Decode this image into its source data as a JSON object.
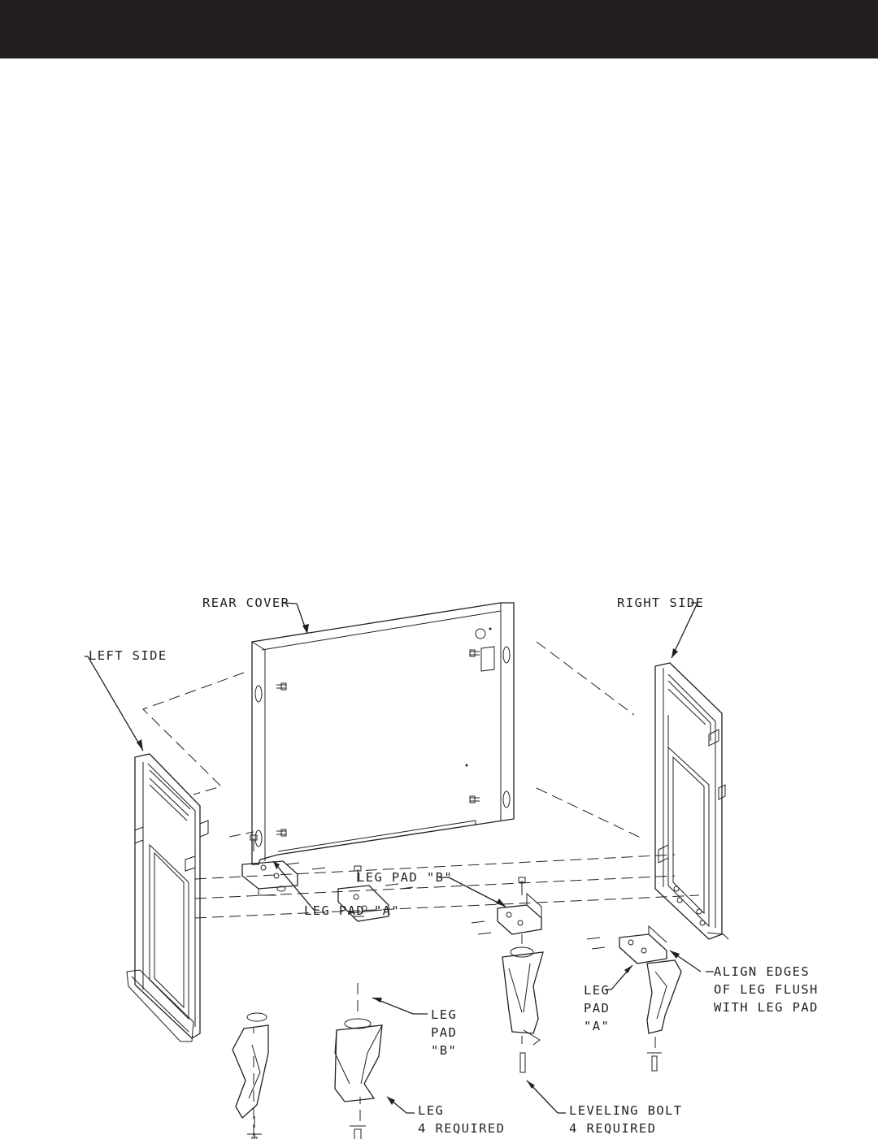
{
  "labels": {
    "rear_cover": "REAR COVER",
    "right_side": "RIGHT SIDE",
    "left_side": "LEFT SIDE",
    "leg_pad_b_top": "LEG PAD \"B\"",
    "leg_pad_a_top": "LEG PAD \"A\"",
    "align_1": "ALIGN EDGES",
    "align_2": "OF LEG FLUSH",
    "align_3": "WITH LEG PAD",
    "leg_pad_a_right_1": "LEG",
    "leg_pad_a_right_2": "PAD",
    "leg_pad_a_right_3": "\"A\"",
    "leg_pad_b_mid_1": "LEG",
    "leg_pad_b_mid_2": "PAD",
    "leg_pad_b_mid_3": "\"B\"",
    "leg_1": "LEG",
    "leg_2": "4 REQUIRED",
    "leveling_1": "LEVELING BOLT",
    "leveling_2": "4 REQUIRED"
  },
  "colors": {
    "header_bar": "#231f20",
    "line": "#231f20",
    "background": "#ffffff"
  }
}
